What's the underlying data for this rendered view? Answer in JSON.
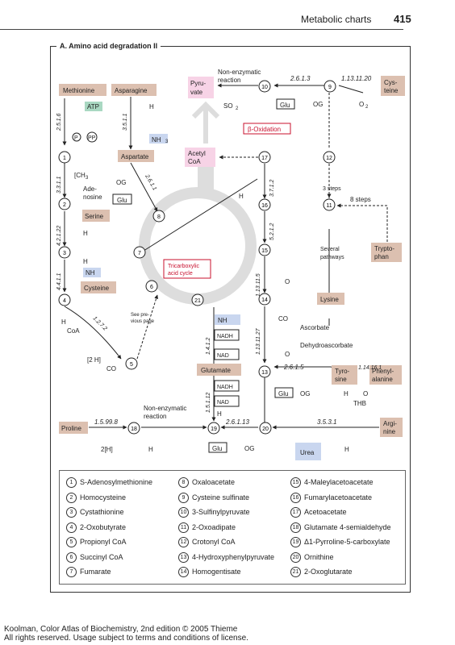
{
  "header": {
    "title": "Metabolic charts",
    "page": "415"
  },
  "panel_title": "A. Amino acid degradation II",
  "labels": {
    "methionine": "Methionine",
    "asparagine": "Asparagine",
    "pyruvate1": "Pyru-",
    "pyruvate2": "vate",
    "nonenz1": "Non-enzymatic",
    "nonenz2": "reaction",
    "ec_2613": "2.6.1.3",
    "ec_1131120": "1.13.11.20",
    "cys1": "Cys-",
    "cys2": "teine",
    "so2": "SO",
    "glu": "Glu",
    "og": "OG",
    "o2": "O",
    "beta_ox": "β-Oxidation",
    "atp": "ATP",
    "h2o": "H",
    "ec_2516": "2.5.1.6",
    "ec_3511": "3.5.1.1",
    "p": "P",
    "pp": "PP",
    "nh3": "NH",
    "aspartate": "Aspartate",
    "acetyl1": "Acetyl",
    "acetyl2": "CoA",
    "ch3": "[CH",
    "ec_3311": "3.3.1.1",
    "adenosine1": "Ade-",
    "adenosine2": "nosine",
    "ec_2611": "2.6.1.1",
    "ec_3712": "3.7.1.2",
    "steps3": "3 steps",
    "steps8": "8 steps",
    "serine": "Serine",
    "ec_42122": "4.2.1.22",
    "ec_52112": "5.2.1.2",
    "several1": "Several",
    "several2": "pathways",
    "trypto1": "Trypto-",
    "trypto2": "phan",
    "ec_4411": "4.4.1.1",
    "tca1": "Tricarboxylic",
    "tca2": "acid cycle",
    "ec_11311115": "1.13.11.5",
    "cysteine": "Cysteine",
    "lysine": "Lysine",
    "coa": "CoA",
    "ec_1272": "1.2.7.2",
    "see1": "See pre-",
    "see2": "vious page",
    "nadh": "NADH",
    "nad": "NAD",
    "ec_1412": "1.4.1.2",
    "co2": "CO",
    "ascorbate": "Ascorbate",
    "dehydroasc": "Dehydroascorbate",
    "ec_11311127": "1.13.11.27",
    "h2": "[2 H]",
    "glutamate": "Glutamate",
    "ec_2615": "2.6.1.5",
    "tyro1": "Tyro-",
    "tyro2": "sine",
    "ec_11416": "1.14.16.1",
    "phenyl1": "Phenyl-",
    "phenyl2": "alanine",
    "thb": "THB",
    "ec_1512": "1.5.1.12",
    "proline": "Proline",
    "ec_15998": "1.5.99.8",
    "ec_26113": "2.6.1.13",
    "ec_3531": "3.5.3.1",
    "argi1": "Argi-",
    "argi2": "nine",
    "h2b": "2[H]",
    "urea": "Urea",
    "sub2": "2",
    "sub3": "3"
  },
  "nodes": [
    "1",
    "2",
    "3",
    "4",
    "5",
    "6",
    "7",
    "8",
    "9",
    "10",
    "11",
    "12",
    "13",
    "14",
    "15",
    "16",
    "17",
    "18",
    "19",
    "20",
    "21"
  ],
  "legend": [
    {
      "num": "1",
      "name": "S-Adenosylmethionine"
    },
    {
      "num": "2",
      "name": "Homocysteine"
    },
    {
      "num": "3",
      "name": "Cystathionine"
    },
    {
      "num": "4",
      "name": "2-Oxobutyrate"
    },
    {
      "num": "5",
      "name": "Propionyl CoA"
    },
    {
      "num": "6",
      "name": "Succinyl CoA"
    },
    {
      "num": "7",
      "name": "Fumarate"
    },
    {
      "num": "8",
      "name": "Oxaloacetate"
    },
    {
      "num": "9",
      "name": "Cysteine sulfinate"
    },
    {
      "num": "10",
      "name": "3-Sulfinylpyruvate"
    },
    {
      "num": "11",
      "name": "2-Oxoadipate"
    },
    {
      "num": "12",
      "name": "Crotonyl CoA"
    },
    {
      "num": "13",
      "name": "4-Hydroxyphenylpyruvate"
    },
    {
      "num": "14",
      "name": "Homogentisate"
    },
    {
      "num": "15",
      "name": "4-Maleylacetoacetate"
    },
    {
      "num": "16",
      "name": "Fumarylacetoacetate"
    },
    {
      "num": "17",
      "name": "Acetoacetate"
    },
    {
      "num": "18",
      "name": "Glutamate 4-semialdehyde"
    },
    {
      "num": "19",
      "name": "Δ1-Pyrroline-5-carboxylate"
    },
    {
      "num": "20",
      "name": "Ornithine"
    },
    {
      "num": "21",
      "name": "2-Oxoglutarate"
    }
  ],
  "footer": {
    "line1": "Koolman, Color Atlas of Biochemistry, 2nd edition © 2005 Thieme",
    "line2": "All rights reserved. Usage subject to terms and conditions of license."
  },
  "colors": {
    "compound": "#dcc0b0",
    "pink": "#f7d3e6",
    "blue": "#c9d6ef",
    "green": "#a9d8c2",
    "red": "#c8102e"
  }
}
